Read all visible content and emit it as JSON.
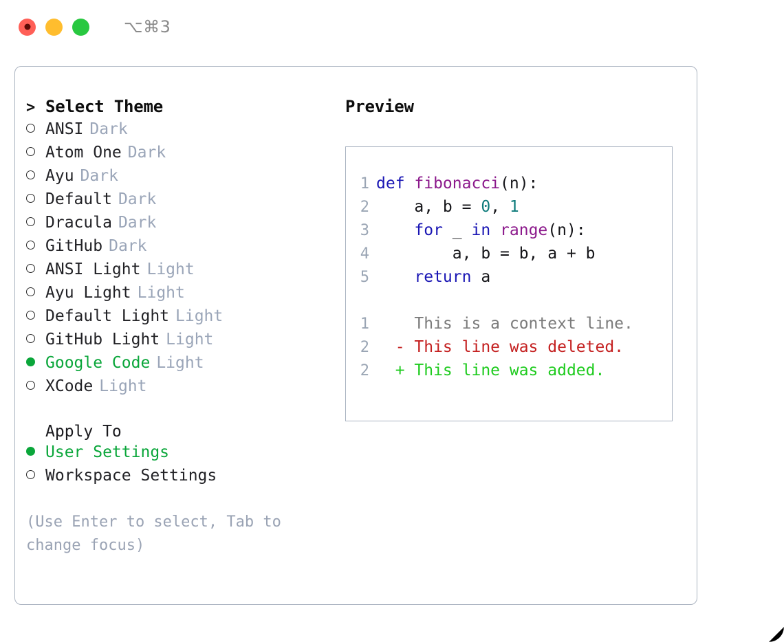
{
  "window": {
    "shortcut": "⌥⌘3",
    "traffic_lights": [
      {
        "name": "close",
        "color": "#ff5f57"
      },
      {
        "name": "minimize",
        "color": "#ffbd2e"
      },
      {
        "name": "maximize",
        "color": "#28c840"
      }
    ]
  },
  "colors": {
    "accent_green": "#0aa63a",
    "badge_gray": "#9aa5b8",
    "hint_gray": "#9aa3b4",
    "panel_border": "#aab3c0",
    "keyword_blue": "#1a16b4",
    "function_purple": "#8c1a8c",
    "number_teal": "#0d7b7b",
    "diff_deleted_red": "#c42020",
    "diff_added_green": "#1ecb1e",
    "diff_context_gray": "#7b7b7b",
    "gutter_gray": "#9aa5b4"
  },
  "theme_picker": {
    "header_marker": ">",
    "header": "Select Theme",
    "items": [
      {
        "name": "ANSI",
        "badge": "Dark",
        "selected": false
      },
      {
        "name": "Atom One",
        "badge": "Dark",
        "selected": false
      },
      {
        "name": "Ayu",
        "badge": "Dark",
        "selected": false
      },
      {
        "name": "Default",
        "badge": "Dark",
        "selected": false
      },
      {
        "name": "Dracula",
        "badge": "Dark",
        "selected": false
      },
      {
        "name": "GitHub",
        "badge": "Dark",
        "selected": false
      },
      {
        "name": "ANSI Light",
        "badge": "Light",
        "selected": false
      },
      {
        "name": "Ayu Light",
        "badge": "Light",
        "selected": false
      },
      {
        "name": "Default Light",
        "badge": "Light",
        "selected": false
      },
      {
        "name": "GitHub Light",
        "badge": "Light",
        "selected": false
      },
      {
        "name": "Google Code",
        "badge": "Light",
        "selected": true
      },
      {
        "name": "XCode",
        "badge": "Light",
        "selected": false
      }
    ]
  },
  "apply_to": {
    "header": "Apply To",
    "options": [
      {
        "label": "User Settings",
        "selected": true
      },
      {
        "label": "Workspace Settings",
        "selected": false
      }
    ]
  },
  "hint": "(Use Enter to select, Tab to change focus)",
  "preview": {
    "title": "Preview",
    "code_lines": [
      {
        "number": "1",
        "tokens": [
          {
            "text": "def ",
            "type": "kw"
          },
          {
            "text": "fibonacci",
            "type": "fn"
          },
          {
            "text": "(n):",
            "type": "punc"
          }
        ]
      },
      {
        "number": "2",
        "tokens": [
          {
            "text": "    a, b = ",
            "type": "txt"
          },
          {
            "text": "0",
            "type": "num"
          },
          {
            "text": ", ",
            "type": "txt"
          },
          {
            "text": "1",
            "type": "num"
          }
        ]
      },
      {
        "number": "3",
        "tokens": [
          {
            "text": "    ",
            "type": "txt"
          },
          {
            "text": "for",
            "type": "kw"
          },
          {
            "text": " _ ",
            "type": "txt"
          },
          {
            "text": "in",
            "type": "kw"
          },
          {
            "text": " ",
            "type": "txt"
          },
          {
            "text": "range",
            "type": "fn"
          },
          {
            "text": "(n):",
            "type": "punc"
          }
        ]
      },
      {
        "number": "4",
        "tokens": [
          {
            "text": "        a, b = b, a + b",
            "type": "txt"
          }
        ]
      },
      {
        "number": "5",
        "tokens": [
          {
            "text": "    ",
            "type": "txt"
          },
          {
            "text": "return",
            "type": "kw"
          },
          {
            "text": " a",
            "type": "txt"
          }
        ]
      }
    ],
    "diff_lines": [
      {
        "number": "1",
        "sign": "  ",
        "text": "This is a context line.",
        "kind": "ctx"
      },
      {
        "number": "2",
        "sign": "- ",
        "text": "This line was deleted.",
        "kind": "del"
      },
      {
        "number": "2",
        "sign": "+ ",
        "text": "This line was added.",
        "kind": "add"
      }
    ]
  }
}
